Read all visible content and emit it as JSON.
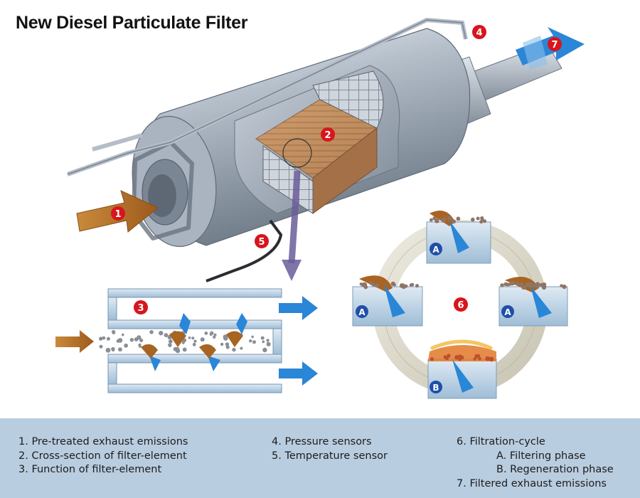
{
  "title": "New Diesel Particulate Filter",
  "markers": {
    "m1": "1",
    "m2": "2",
    "m3": "3",
    "m4": "4",
    "m5": "5",
    "m6": "6",
    "m7": "7",
    "phase_a_top": "A",
    "phase_a_left": "A",
    "phase_a_right": "A",
    "phase_b": "B"
  },
  "legend": {
    "col1": [
      "1. Pre-treated exhaust emissions",
      "2. Cross-section of filter-element",
      "3. Function of filter-element"
    ],
    "col2": [
      "4. Pressure sensors",
      "5. Temperature sensor"
    ],
    "col3": {
      "item6": "6. Filtration-cycle",
      "phase_a": "A. Filtering phase",
      "phase_b": "B. Regeneration phase",
      "item7": "7. Filtered exhaust emissions"
    }
  },
  "colors": {
    "legend_bg": "#b9cde0",
    "marker_red": "#d8151c",
    "marker_blue": "#1f4fa8",
    "flow_blue": "#2a86d6",
    "soot_brown": "#b86e25"
  }
}
